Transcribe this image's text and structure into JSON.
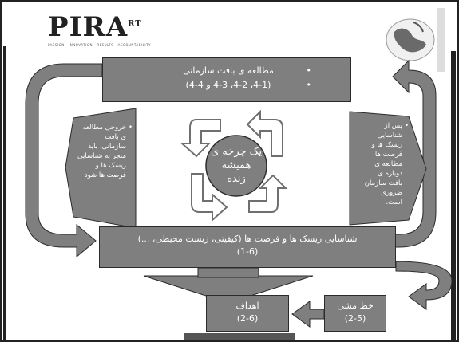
{
  "logo": {
    "text": "PIRA",
    "superscript": "RT",
    "subtext": "PASSION · INNOVATION · RESULTS · ACCOUNTABILITY"
  },
  "top_box": {
    "bullets": [
      "مطالعه ی بافت سازمانی",
      "(4-1، 4-2، 4-3 و 4-4)"
    ]
  },
  "left_box": {
    "text": "خروجی مطالعه ی بافت سازمانی، باید منجر به شناسایی ریسک ها و فرصت ها شود"
  },
  "right_box": {
    "text": "پس از شناسایی ریسک ها و فرصت ها، مطالعه ی دوباره ی بافت سازمان ضروری است."
  },
  "center_circle": {
    "text": "یک چرخه ی همیشه زنده"
  },
  "bottom_box": {
    "line1": "شناسایی ریسک ها و فرصت ها (کیفیتی، زیست محیطی، ...)",
    "line2": "(1-6)"
  },
  "goals_box": {
    "line1": "اهداف",
    "line2": "(2-6)"
  },
  "policy_box": {
    "line1": "خط مشی",
    "line2": "(2-5)"
  },
  "colors": {
    "box_fill": "#7f7f7f",
    "border": "#2b2b2b",
    "text": "#ffffff"
  },
  "icons": [
    "globe-icon"
  ]
}
